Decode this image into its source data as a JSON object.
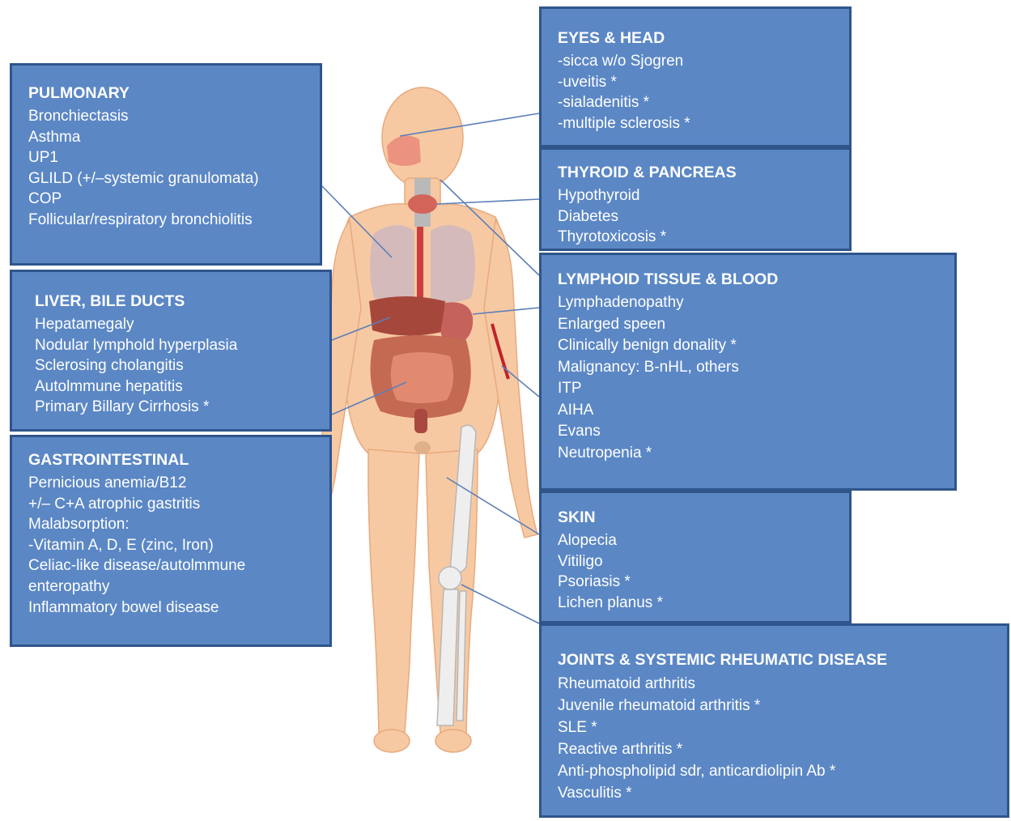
{
  "sections": {
    "pulmonary": {
      "title": "PULMONARY",
      "items": [
        "Bronchiectasis",
        "Asthma",
        "UP1",
        "GLILD (+/–systemic granulomata)",
        "COP",
        "Follicular/respiratory bronchiolitis"
      ]
    },
    "liver": {
      "title": "LIVER, BILE DUCTS",
      "items": [
        "Hepatamegaly",
        "Nodular lymphold hyperplasia",
        "Sclerosing cholangitis",
        "Autolmmune hepatitis",
        "Primary Billary Cirrhosis *"
      ]
    },
    "gi": {
      "title": "GASTROINTESTINAL",
      "items": [
        "Pernicious anemia/B12",
        "+/– C+A atrophic gastritis",
        "Malabsorption:",
        "-Vitamin A, D, E (zinc, Iron)",
        "Celiac-like disease/autolmmune",
        "enteropathy",
        "Inflammatory bowel disease"
      ]
    },
    "eyes": {
      "title": "EYES & HEAD",
      "items": [
        "-sicca w/o Sjogren",
        "-uveitis *",
        "-sialadenitis *",
        "-multiple sclerosis *"
      ]
    },
    "thyroid": {
      "title": "THYROID & PANCREAS",
      "items": [
        "Hypothyroid",
        "Diabetes",
        "Thyrotoxicosis *"
      ]
    },
    "lymph": {
      "title": "LYMPHOID TISSUE & BLOOD",
      "items": [
        "Lymphadenopathy",
        "Enlarged speen",
        "Clinically benign donality *",
        "Malignancy: B-nHL, others",
        "ITP",
        "AIHA",
        "Evans",
        "Neutropenia *"
      ]
    },
    "skin": {
      "title": "SKIN",
      "items": [
        "Alopecia",
        "Vitiligo",
        "Psoriasis *",
        "Lichen planus *"
      ]
    },
    "joints": {
      "title": "JOINTS & SYSTEMIC RHEUMATIC DISEASE",
      "items": [
        "Rheumatoid arthritis",
        "Juvenile rheumatoid arthritis *",
        "SLE *",
        "Reactive arthritis *",
        "Anti-phospholipid sdr, anticardiolipin Ab *",
        "Vasculitis *"
      ]
    }
  },
  "colors": {
    "box_fill": "#5b87c5",
    "box_border": "#2f558c",
    "box_text": "#ffffff",
    "skin": "#f7c9a2",
    "connector": "#5b7fb8"
  }
}
